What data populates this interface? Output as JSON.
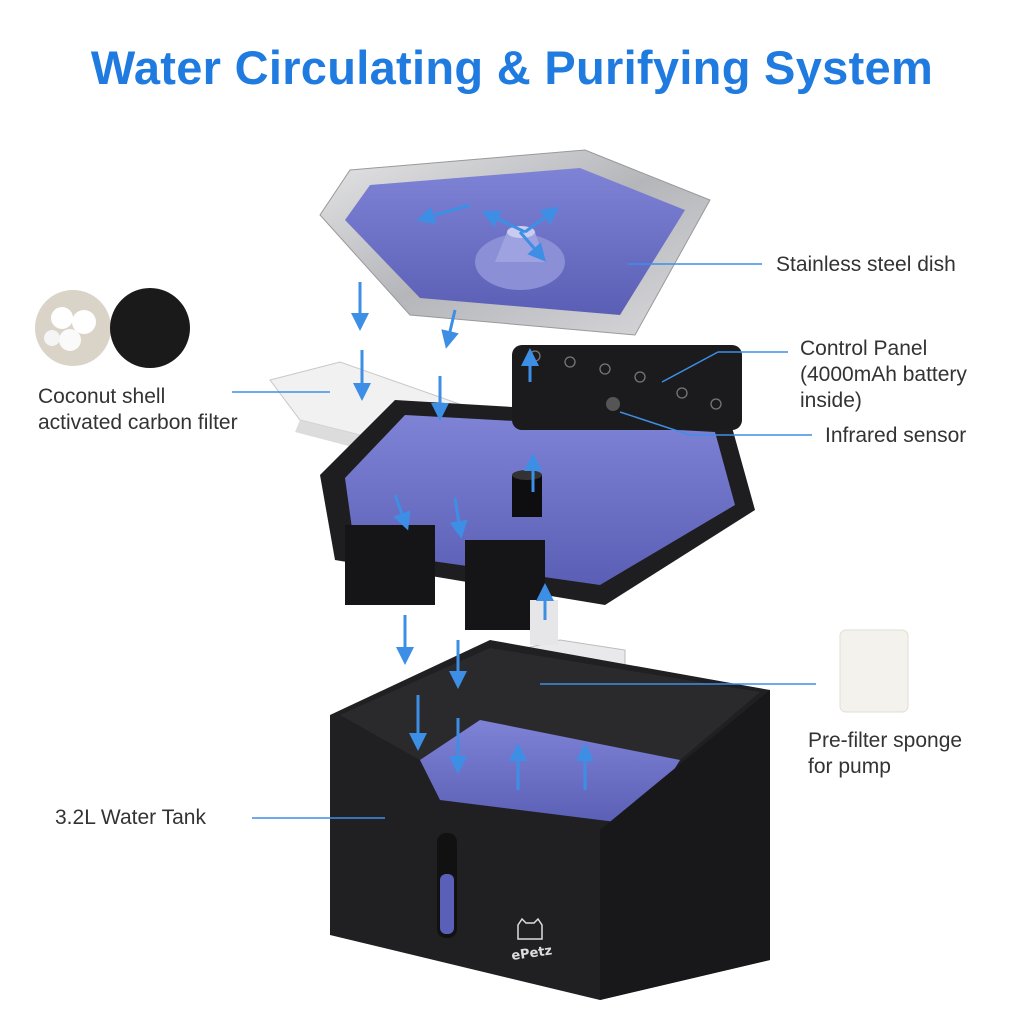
{
  "title": "Water Circulating & Purifying System",
  "labels": {
    "dish": "Stainless steel dish",
    "control_panel": [
      "Control Panel",
      "(4000mAh battery",
      "inside)"
    ],
    "infrared": "Infrared sensor",
    "carbon_filter": [
      "Coconut shell",
      "activated carbon filter"
    ],
    "sponge": [
      "Pre-filter sponge",
      "for pump"
    ],
    "tank": "3.2L Water Tank"
  },
  "logo": "ePetz",
  "colors": {
    "title": "#1f7be0",
    "arrow": "#3d8fe6",
    "water": "#6f74c9",
    "body": "#1c1c1e"
  }
}
